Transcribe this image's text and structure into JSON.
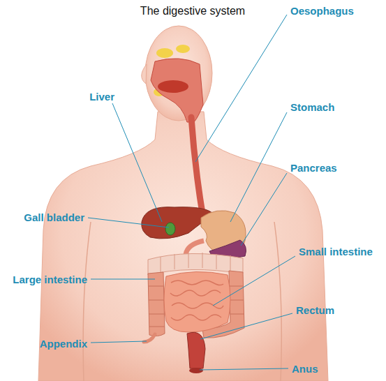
{
  "diagram": {
    "title": "The digestive system",
    "labels": [
      "Oesophagus",
      "Liver",
      "Stomach",
      "Pancreas",
      "Gall bladder",
      "Small intestine",
      "Large intestine",
      "Rectum",
      "Appendix",
      "Anus"
    ]
  }
}
